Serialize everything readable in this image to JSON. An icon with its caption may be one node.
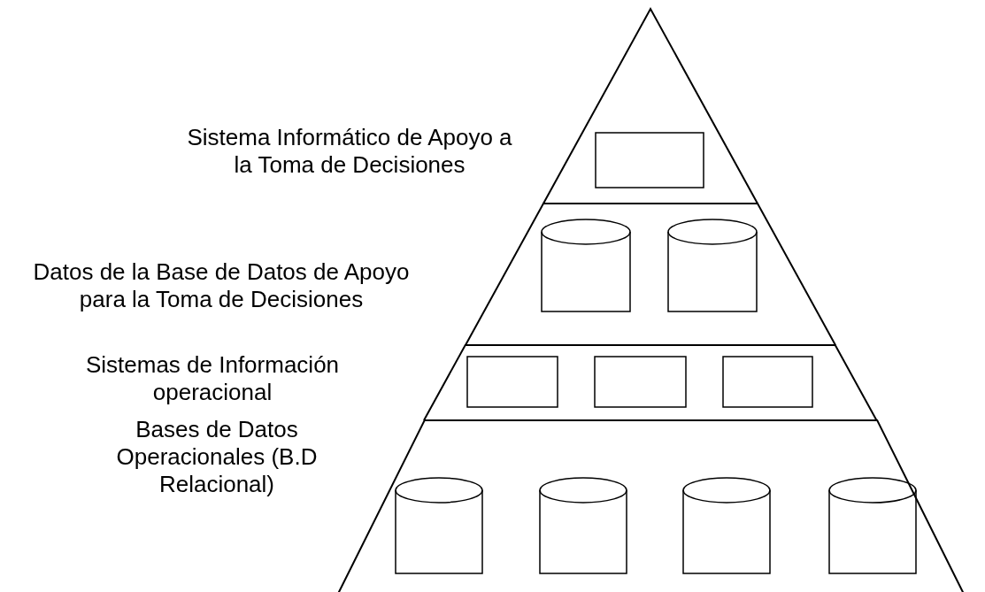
{
  "diagram": {
    "nodes": [
      {
        "text": [],
        "shape": "band",
        "beside": [
          "Sistema Informático de Apoyo a la Toma de Decisiones"
        ]
      },
      {
        "text": [],
        "shape": "box",
        "in": 0
      },
      {
        "text": [],
        "shape": "band",
        "beside": [
          "Datos de la Base de Datos de Apoyo para la Toma de Decisiones"
        ]
      },
      {
        "text": [],
        "shape": "cylinder",
        "in": 2
      },
      {
        "text": [],
        "shape": "cylinder",
        "in": 2
      },
      {
        "text": [],
        "shape": "band",
        "beside": [
          "Sistemas de Información operacional"
        ]
      },
      {
        "text": [],
        "shape": "box",
        "in": 5
      },
      {
        "text": [],
        "shape": "box",
        "in": 5
      },
      {
        "text": [],
        "shape": "box",
        "in": 5
      },
      {
        "text": [],
        "shape": "band",
        "beside": [
          "Bases de Datos Operacionales (B.D Relacional)"
        ]
      },
      {
        "text": [],
        "shape": "cylinder",
        "in": 9
      },
      {
        "text": [],
        "shape": "cylinder",
        "in": 9
      },
      {
        "text": [],
        "shape": "cylinder",
        "in": 9
      },
      {
        "text": [],
        "shape": "cylinder",
        "in": 9
      }
    ],
    "edges": []
  }
}
